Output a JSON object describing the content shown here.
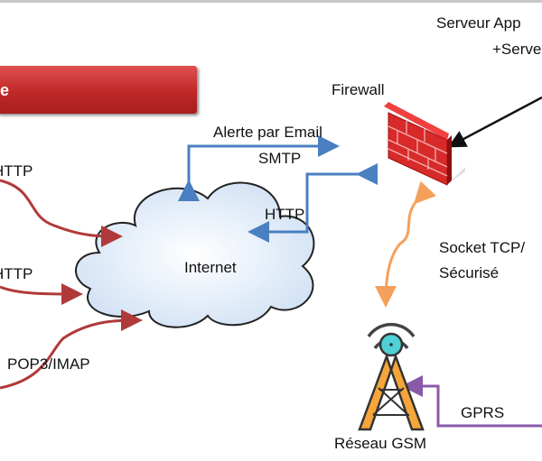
{
  "banner": {
    "text": "e",
    "color": "#c02828"
  },
  "server": {
    "line1": "Serveur App",
    "line2": "+Serve"
  },
  "firewall": {
    "label": "Firewall"
  },
  "links": {
    "email_alert": "Alerte par Email",
    "smtp": "SMTP",
    "http_firewall": "HTTP",
    "http_client1": "HTTP",
    "http_client2": "HTTP",
    "pop3_imap": "POP3/IMAP",
    "socket_line1": "Socket TCP/",
    "socket_line2": "Sécurisé",
    "gprs": "GPRS"
  },
  "internet": {
    "label": "Internet"
  },
  "gsm": {
    "label": "Réseau GSM"
  },
  "colors": {
    "blue": "#4a7fc1",
    "red": "#b03a3a",
    "orange": "#f5a05a",
    "purple": "#8a5aa8",
    "black": "#111111"
  }
}
